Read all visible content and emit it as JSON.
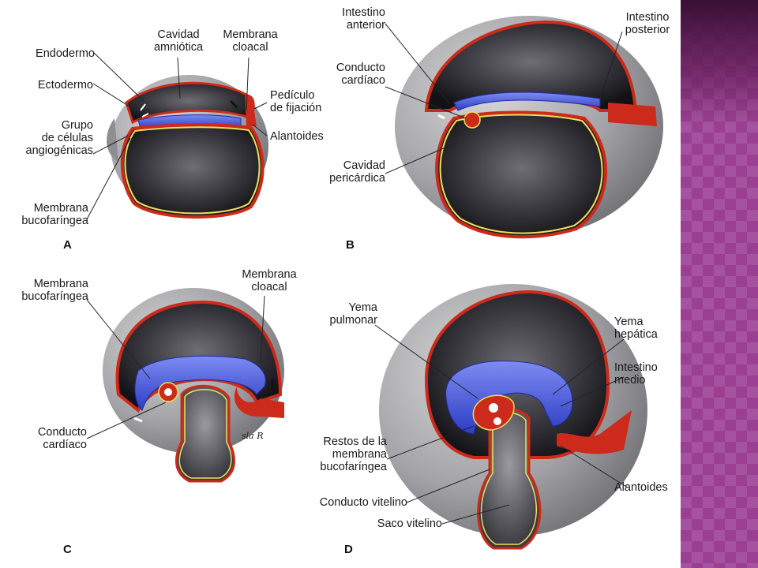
{
  "panels": {
    "A": {
      "letter": "A",
      "labels": {
        "endodermo": "Endodermo",
        "ectodermo": "Ectodermo",
        "grupo_1": "Grupo",
        "grupo_2": "de células",
        "grupo_3": "angiogénicas",
        "membrana_buco_1": "Membrana",
        "membrana_buco_2": "bucofaríngea",
        "cavidad_1": "Cavidad",
        "cavidad_2": "amniótica",
        "membrana_clo_1": "Membrana",
        "membrana_clo_2": "cloacal",
        "pediculo_1": "Pedículo",
        "pediculo_2": "de fijación",
        "alantoides": "Alantoides"
      }
    },
    "B": {
      "letter": "B",
      "labels": {
        "int_ant_1": "Intestino",
        "int_ant_2": "anterior",
        "conducto_1": "Conducto",
        "conducto_2": "cardíaco",
        "cavidad_1": "Cavidad",
        "cavidad_2": "pericárdica",
        "int_post_1": "Intestino",
        "int_post_2": "posterior"
      }
    },
    "C": {
      "letter": "C",
      "labels": {
        "membrana_buco_1": "Membrana",
        "membrana_buco_2": "bucofaríngea",
        "membrana_clo_1": "Membrana",
        "membrana_clo_2": "cloacal",
        "conducto_1": "Conducto",
        "conducto_2": "cardíaco"
      },
      "signature": "sla R"
    },
    "D": {
      "letter": "D",
      "labels": {
        "yema_pul_1": "Yema",
        "yema_pul_2": "pulmonar",
        "yema_hep_1": "Yema",
        "yema_hep_2": "hepática",
        "int_medio_1": "Intestino",
        "int_medio_2": "medio",
        "restos_1": "Restos de la",
        "restos_2": "membrana",
        "restos_3": "bucofaríngea",
        "alantoides": "Alantoides",
        "conducto_vitelino": "Conducto vitelino",
        "saco_vitelino": "Saco vitelino"
      }
    }
  },
  "colors": {
    "ectoderm_red": "#cc2a1a",
    "endoderm_yellow": "#f0df5a",
    "mesoderm_blue": "#3b4fd6",
    "cavity_dark": "#1c1c22",
    "amnion_gray": "#8a8a8e",
    "sidebar_purple": "#9b3f93"
  }
}
